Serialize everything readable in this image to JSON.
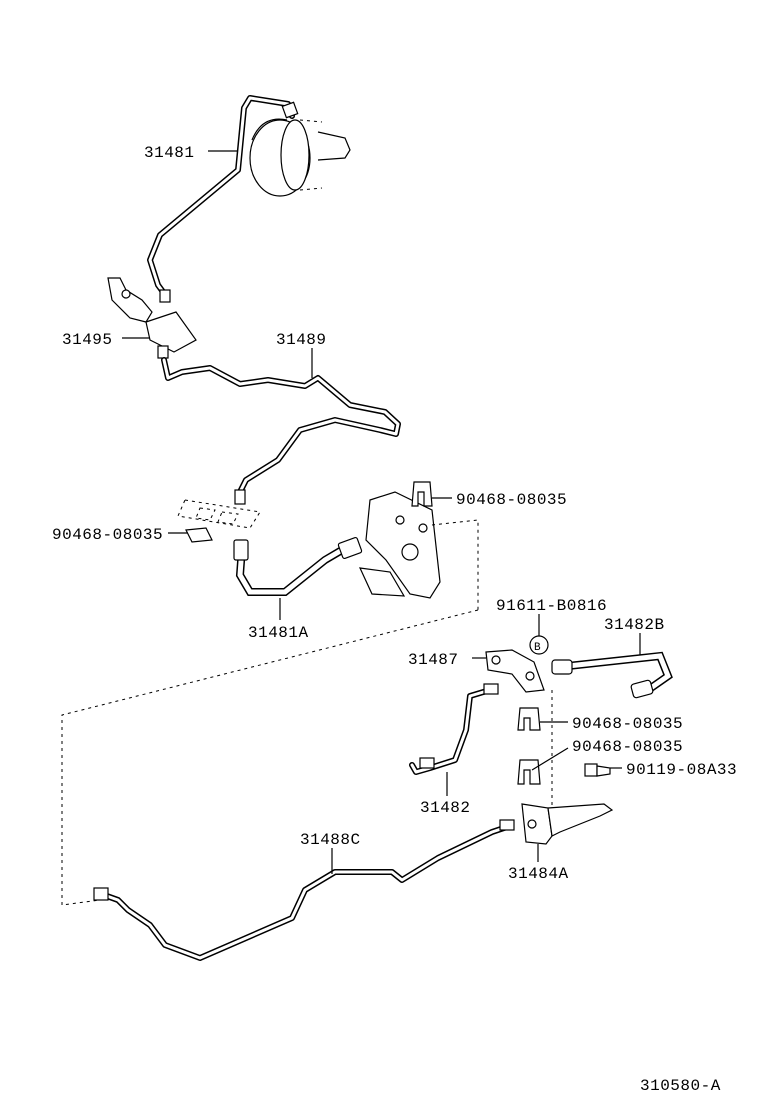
{
  "diagram_code": "310580-A",
  "callouts": {
    "p31481": "31481",
    "p31495": "31495",
    "p31489": "31489",
    "p90468_a": "90468-08035",
    "p90468_b": "90468-08035",
    "p31481A": "31481A",
    "p91611": "91611-B0816",
    "b_marker": "B",
    "p31482B": "31482B",
    "p31487": "31487",
    "p90468_c": "90468-08035",
    "p90468_d": "90468-08035",
    "p90119": "90119-08A33",
    "p31482": "31482",
    "p31488C": "31488C",
    "p31484A": "31484A"
  }
}
